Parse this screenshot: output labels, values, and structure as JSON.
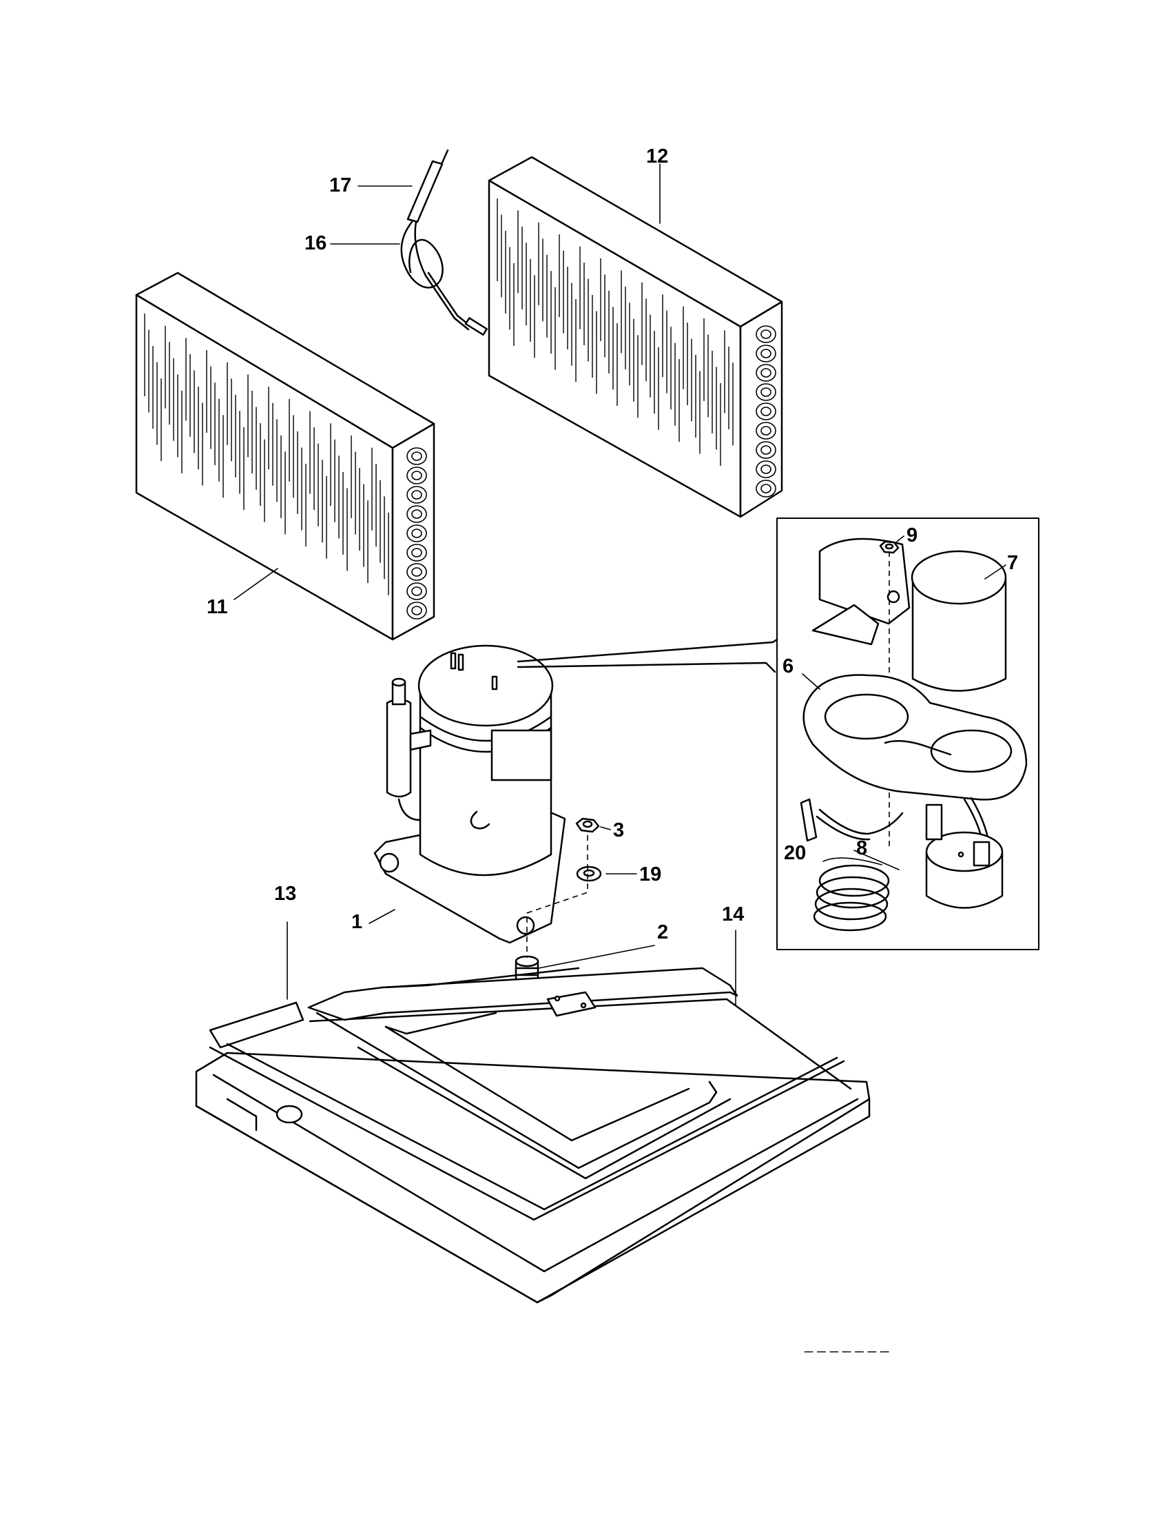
{
  "diagram": {
    "callouts": {
      "c1": "1",
      "c2": "2",
      "c3": "3",
      "c6": "6",
      "c7": "7",
      "c8": "8",
      "c9": "9",
      "c11": "11",
      "c12": "12",
      "c13": "13",
      "c14": "14",
      "c16": "16",
      "c17": "17",
      "c19": "19",
      "c20": "20"
    },
    "footer_code": "_ _ _ _ _ _ _"
  }
}
